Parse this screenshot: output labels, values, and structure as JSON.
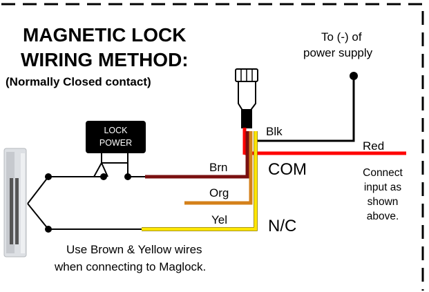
{
  "title_line1": "MAGNETIC LOCK",
  "title_line2": "WIRING METHOD:",
  "subtitle": "(Normally Closed contact)",
  "supply_note_line1": "To (-) of",
  "supply_note_line2": "power supply",
  "lock_power_line1": "LOCK",
  "lock_power_line2": "POWER",
  "wire_labels": {
    "black": "Blk",
    "red": "Red",
    "brown": "Brn",
    "orange": "Org",
    "yellow": "Yel"
  },
  "terminal_labels": {
    "common": "COM",
    "normally_closed": "N/C"
  },
  "connect_note": [
    "Connect",
    "input as",
    "shown",
    "above."
  ],
  "usage_note_line1": "Use Brown & Yellow wires",
  "usage_note_line2": "when connecting to Maglock.",
  "colors": {
    "black_wire": "#000000",
    "red_wire": "#ff0000",
    "brown_wire": "#7a1010",
    "orange_wire": "#d4801a",
    "yellow_wire": "#ffe600",
    "border": "#000000"
  }
}
